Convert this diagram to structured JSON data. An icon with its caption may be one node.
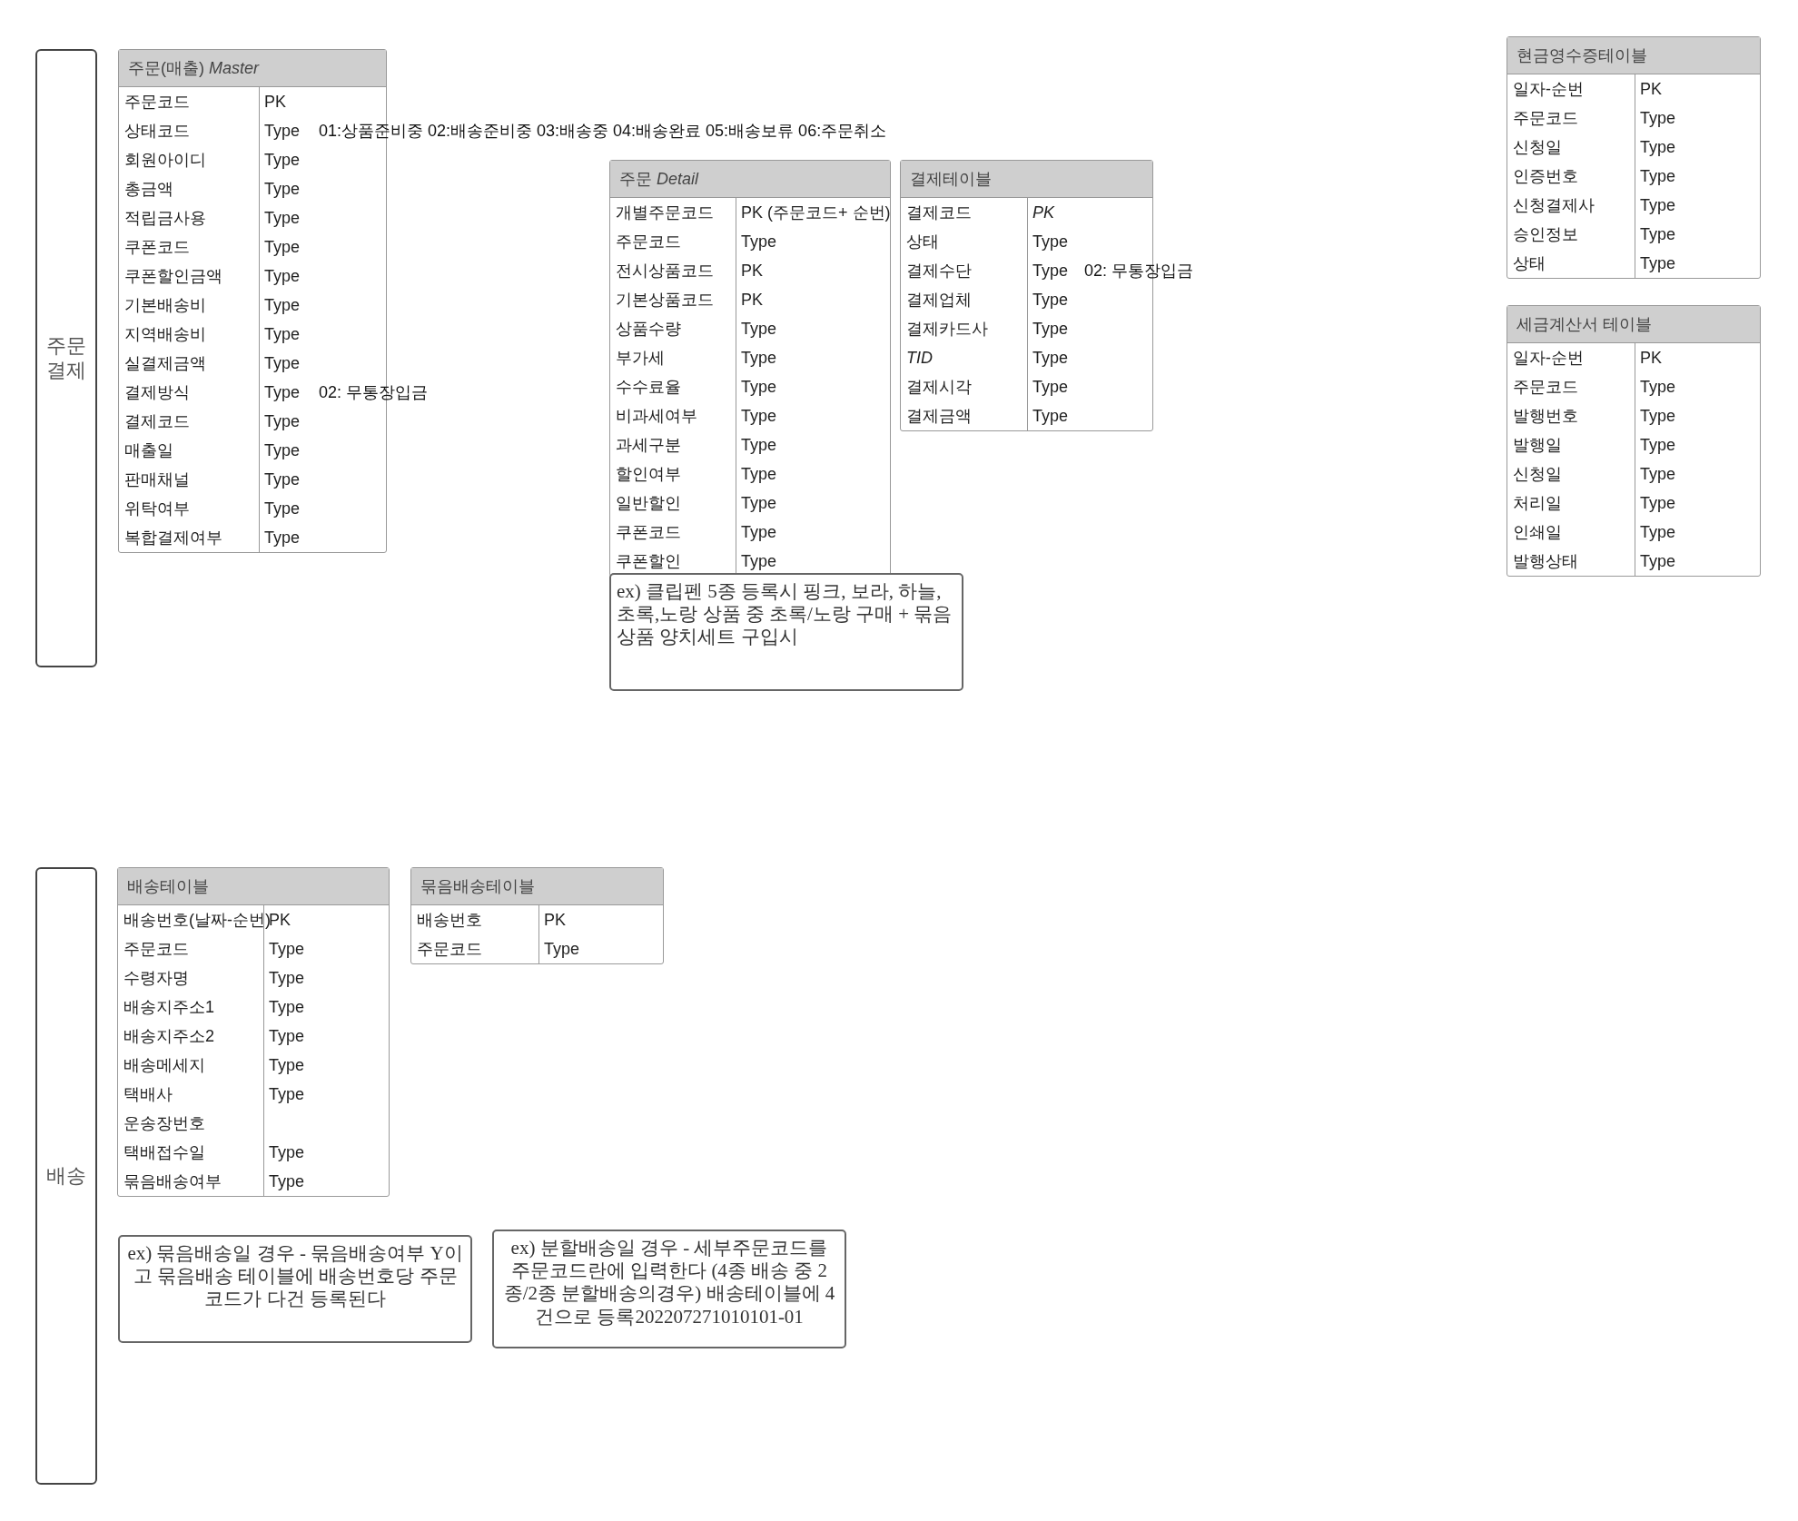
{
  "diagram": {
    "nodes": [
      {
        "text": [
          "주문 결제"
        ]
      },
      {
        "text": [
          "주문(매출) *Master*"
        ]
      },
      {
        "text": [
          "주문코드",
          "PK"
        ],
        "in": 1
      },
      {
        "text": [
          "상태코드",
          "Type"
        ],
        "in": 1,
        "beside": [
          "01:상품준비중 02:배송준비중 03:배송중 04:배송완료 05:배송보류 06:주문취소"
        ]
      },
      {
        "text": [
          "회원아이디",
          "Type"
        ],
        "in": 1
      },
      {
        "text": [
          "총금액",
          "Type"
        ],
        "in": 1
      },
      {
        "text": [
          "적립금사용",
          "Type"
        ],
        "in": 1
      },
      {
        "text": [
          "쿠폰코드",
          "Type"
        ],
        "in": 1
      },
      {
        "text": [
          "쿠폰할인금액",
          "Type"
        ],
        "in": 1
      },
      {
        "text": [
          "기본배송비",
          "Type"
        ],
        "in": 1
      },
      {
        "text": [
          "지역배송비",
          "Type"
        ],
        "in": 1
      },
      {
        "text": [
          "실결제금액",
          "Type"
        ],
        "in": 1
      },
      {
        "text": [
          "결제방식",
          "Type"
        ],
        "in": 1,
        "beside": [
          "02: 무통장입금"
        ]
      },
      {
        "text": [
          "결제코드",
          "Type"
        ],
        "in": 1
      },
      {
        "text": [
          "매출일",
          "Type"
        ],
        "in": 1
      },
      {
        "text": [
          "판매채널",
          "Type"
        ],
        "in": 1
      },
      {
        "text": [
          "위탁여부",
          "Type"
        ],
        "in": 1
      },
      {
        "text": [
          "복합결제여부",
          "Type"
        ],
        "in": 1
      },
      {
        "text": [
          "주문 *Detail*"
        ]
      },
      {
        "text": [
          "개별주문코드",
          "PK  (주문코드+ 순번)"
        ],
        "in": 18
      },
      {
        "text": [
          "주문코드",
          "Type"
        ],
        "in": 18
      },
      {
        "text": [
          "전시상품코드",
          "PK"
        ],
        "in": 18
      },
      {
        "text": [
          "기본상품코드",
          "PK"
        ],
        "in": 18
      },
      {
        "text": [
          "상품수량",
          "Type"
        ],
        "in": 18
      },
      {
        "text": [
          "부가세",
          "Type"
        ],
        "in": 18
      },
      {
        "text": [
          "수수료율",
          "Type"
        ],
        "in": 18
      },
      {
        "text": [
          "비과세여부",
          "Type"
        ],
        "in": 18
      },
      {
        "text": [
          "과세구분",
          "Type"
        ],
        "in": 18
      },
      {
        "text": [
          "할인여부",
          "Type"
        ],
        "in": 18
      },
      {
        "text": [
          "일반할인",
          "Type"
        ],
        "in": 18
      },
      {
        "text": [
          "쿠폰코드",
          "Type"
        ],
        "in": 18
      },
      {
        "text": [
          "쿠폰할인",
          "Type"
        ],
        "in": 18
      },
      {
        "text": [
          "ex) 클립펜 5종 등록시 핑크, 보라, 하늘, 초록,노랑 상품 중 초록/노랑 구매 + 묶음상품 양치세트 구입시"
        ]
      },
      {
        "text": [
          "결제테이블"
        ]
      },
      {
        "text": [
          "결제코드",
          "*PK*"
        ],
        "in": 33
      },
      {
        "text": [
          "상태",
          "Type"
        ],
        "in": 33
      },
      {
        "text": [
          "결제수단",
          "Type"
        ],
        "in": 33,
        "beside": [
          "02: 무통장입금"
        ]
      },
      {
        "text": [
          "결제업체",
          "Type"
        ],
        "in": 33
      },
      {
        "text": [
          "결제카드사",
          "Type"
        ],
        "in": 33
      },
      {
        "text": [
          "*TID*",
          "Type"
        ],
        "in": 33
      },
      {
        "text": [
          "결제시각",
          "Type"
        ],
        "in": 33
      },
      {
        "text": [
          "결제금액",
          "Type"
        ],
        "in": 33
      },
      {
        "text": [
          "현금영수증테이블"
        ]
      },
      {
        "text": [
          "일자-순번",
          "PK"
        ],
        "in": 42
      },
      {
        "text": [
          "주문코드",
          "Type"
        ],
        "in": 42
      },
      {
        "text": [
          "신청일",
          "Type"
        ],
        "in": 42
      },
      {
        "text": [
          "인증번호",
          "Type"
        ],
        "in": 42
      },
      {
        "text": [
          "신청결제사",
          "Type"
        ],
        "in": 42
      },
      {
        "text": [
          "승인정보",
          "Type"
        ],
        "in": 42
      },
      {
        "text": [
          "상태",
          "Type"
        ],
        "in": 42
      },
      {
        "text": [
          "세금계산서 테이블"
        ]
      },
      {
        "text": [
          "일자-순번",
          "PK"
        ],
        "in": 50
      },
      {
        "text": [
          "주문코드",
          "Type"
        ],
        "in": 50
      },
      {
        "text": [
          "발행번호",
          "Type"
        ],
        "in": 50
      },
      {
        "text": [
          "발행일",
          "Type"
        ],
        "in": 50
      },
      {
        "text": [
          "신청일",
          "Type"
        ],
        "in": 50
      },
      {
        "text": [
          "처리일",
          "Type"
        ],
        "in": 50
      },
      {
        "text": [
          "인쇄일",
          "Type"
        ],
        "in": 50
      },
      {
        "text": [
          "발행상태",
          "Type"
        ],
        "in": 50
      },
      {
        "text": [
          "배송"
        ]
      },
      {
        "text": [
          "배송테이블"
        ]
      },
      {
        "text": [
          "배송번호(날짜-순번)",
          "PK"
        ],
        "in": 60
      },
      {
        "text": [
          "주문코드",
          "Type"
        ],
        "in": 60
      },
      {
        "text": [
          "수령자명",
          "Type"
        ],
        "in": 60
      },
      {
        "text": [
          "배송지주소1",
          "Type"
        ],
        "in": 60
      },
      {
        "text": [
          "배송지주소2",
          "Type"
        ],
        "in": 60
      },
      {
        "text": [
          "배송메세지",
          "Type"
        ],
        "in": 60
      },
      {
        "text": [
          "택배사",
          "Type"
        ],
        "in": 60
      },
      {
        "text": [
          "운송장번호"
        ],
        "in": 60
      },
      {
        "text": [
          "택배접수일",
          "Type"
        ],
        "in": 60
      },
      {
        "text": [
          "묶음배송여부",
          "Type"
        ],
        "in": 60
      },
      {
        "text": [
          "묶음배송테이블"
        ]
      },
      {
        "text": [
          "배송번호",
          "PK"
        ],
        "in": 71
      },
      {
        "text": [
          "주문코드",
          "Type"
        ],
        "in": 71
      },
      {
        "text": [
          "ex) 묶음배송일 경우 - 묶음배송여부 Y이고 묶음배송 테이블에 배송번호당 주문코드가 다건 등록된다"
        ]
      },
      {
        "text": [
          "ex) 분할배송일 경우 - 세부주문코드를 주문코드란에 입력한다 (4종 배송 중 2종/2종 분할배송의경우) 배송테이블에 4건으로 등록202207271010101-01"
        ]
      }
    ]
  }
}
